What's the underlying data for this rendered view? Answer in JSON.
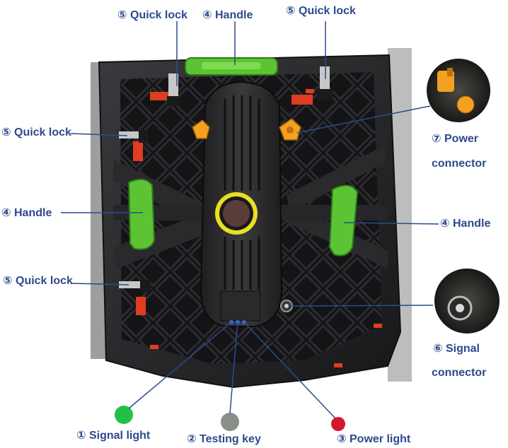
{
  "labels": {
    "quick_lock_top_left": "⑤ Quick lock",
    "handle_top": "④ Handle",
    "quick_lock_top_right": "⑤ Quick lock",
    "quick_lock_mid_left": "⑤ Quick lock",
    "handle_left": "④ Handle",
    "handle_right": "④ Handle",
    "quick_lock_bottom_left": "⑤ Quick lock",
    "power_connector_1": "⑦ Power",
    "power_connector_2": "connector",
    "signal_connector_1": "⑥ Signal",
    "signal_connector_2": "connector",
    "signal_light": "① Signal light",
    "testing_key": "② Testing key",
    "power_light": "③ Power light"
  },
  "colors": {
    "label_text": "#2e4a8c",
    "leader_line": "#2e4a8c",
    "signal_light": "#22c04a",
    "testing_key": "#8a8f8a",
    "power_light": "#d4182c",
    "handle_green": "#5cc434",
    "frame_dark": "#2a2a2c",
    "quick_lock_red": "#e03c20",
    "connector_orange": "#f4a020",
    "ring_yellow": "#e8e020"
  }
}
